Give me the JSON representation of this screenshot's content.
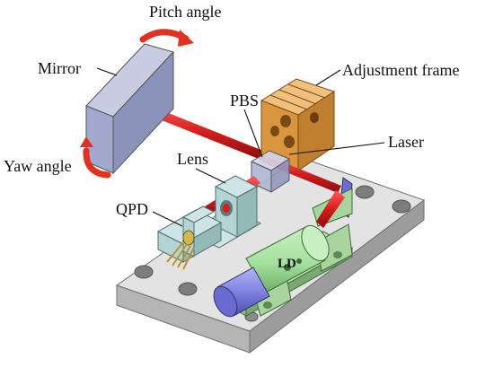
{
  "labels": {
    "pitch_angle": "Pitch angle",
    "mirror": "Mirror",
    "yaw_angle": "Yaw angle",
    "adjustment_frame": "Adjustment frame",
    "pbs": "PBS",
    "laser": "Laser",
    "lens": "Lens",
    "qpd": "QPD",
    "ld": "LD"
  },
  "colors": {
    "base_top": "#e3e3e3",
    "base_side": "#a9a9a9",
    "beam": "#d61e1e",
    "mirror_front": "#a3a9cc",
    "frame": "#d9963f",
    "mount": "#b4d3d3",
    "holder_green": "#a8d59e",
    "ld_body": "#a4e09e",
    "ld_cap": "#7f7fe0",
    "arrow": "#e0321e"
  }
}
